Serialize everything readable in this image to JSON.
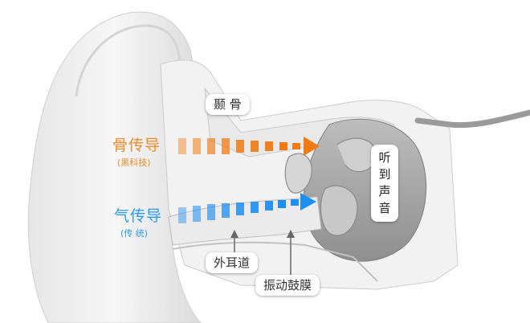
{
  "labels": {
    "temporal_bone": "颞 骨",
    "bone_conduction": "骨传导",
    "bone_conduction_sub": "(黑科技)",
    "air_conduction": "气传导",
    "air_conduction_sub": "(传 统)",
    "ear_canal": "外耳道",
    "eardrum": "振动鼓膜",
    "hear_sound": "听到声音"
  },
  "colors": {
    "bone_arrow": "#f07a14",
    "air_arrow": "#1e8ef0",
    "bone_text": "#f08a2a",
    "air_text": "#2a9af0"
  }
}
